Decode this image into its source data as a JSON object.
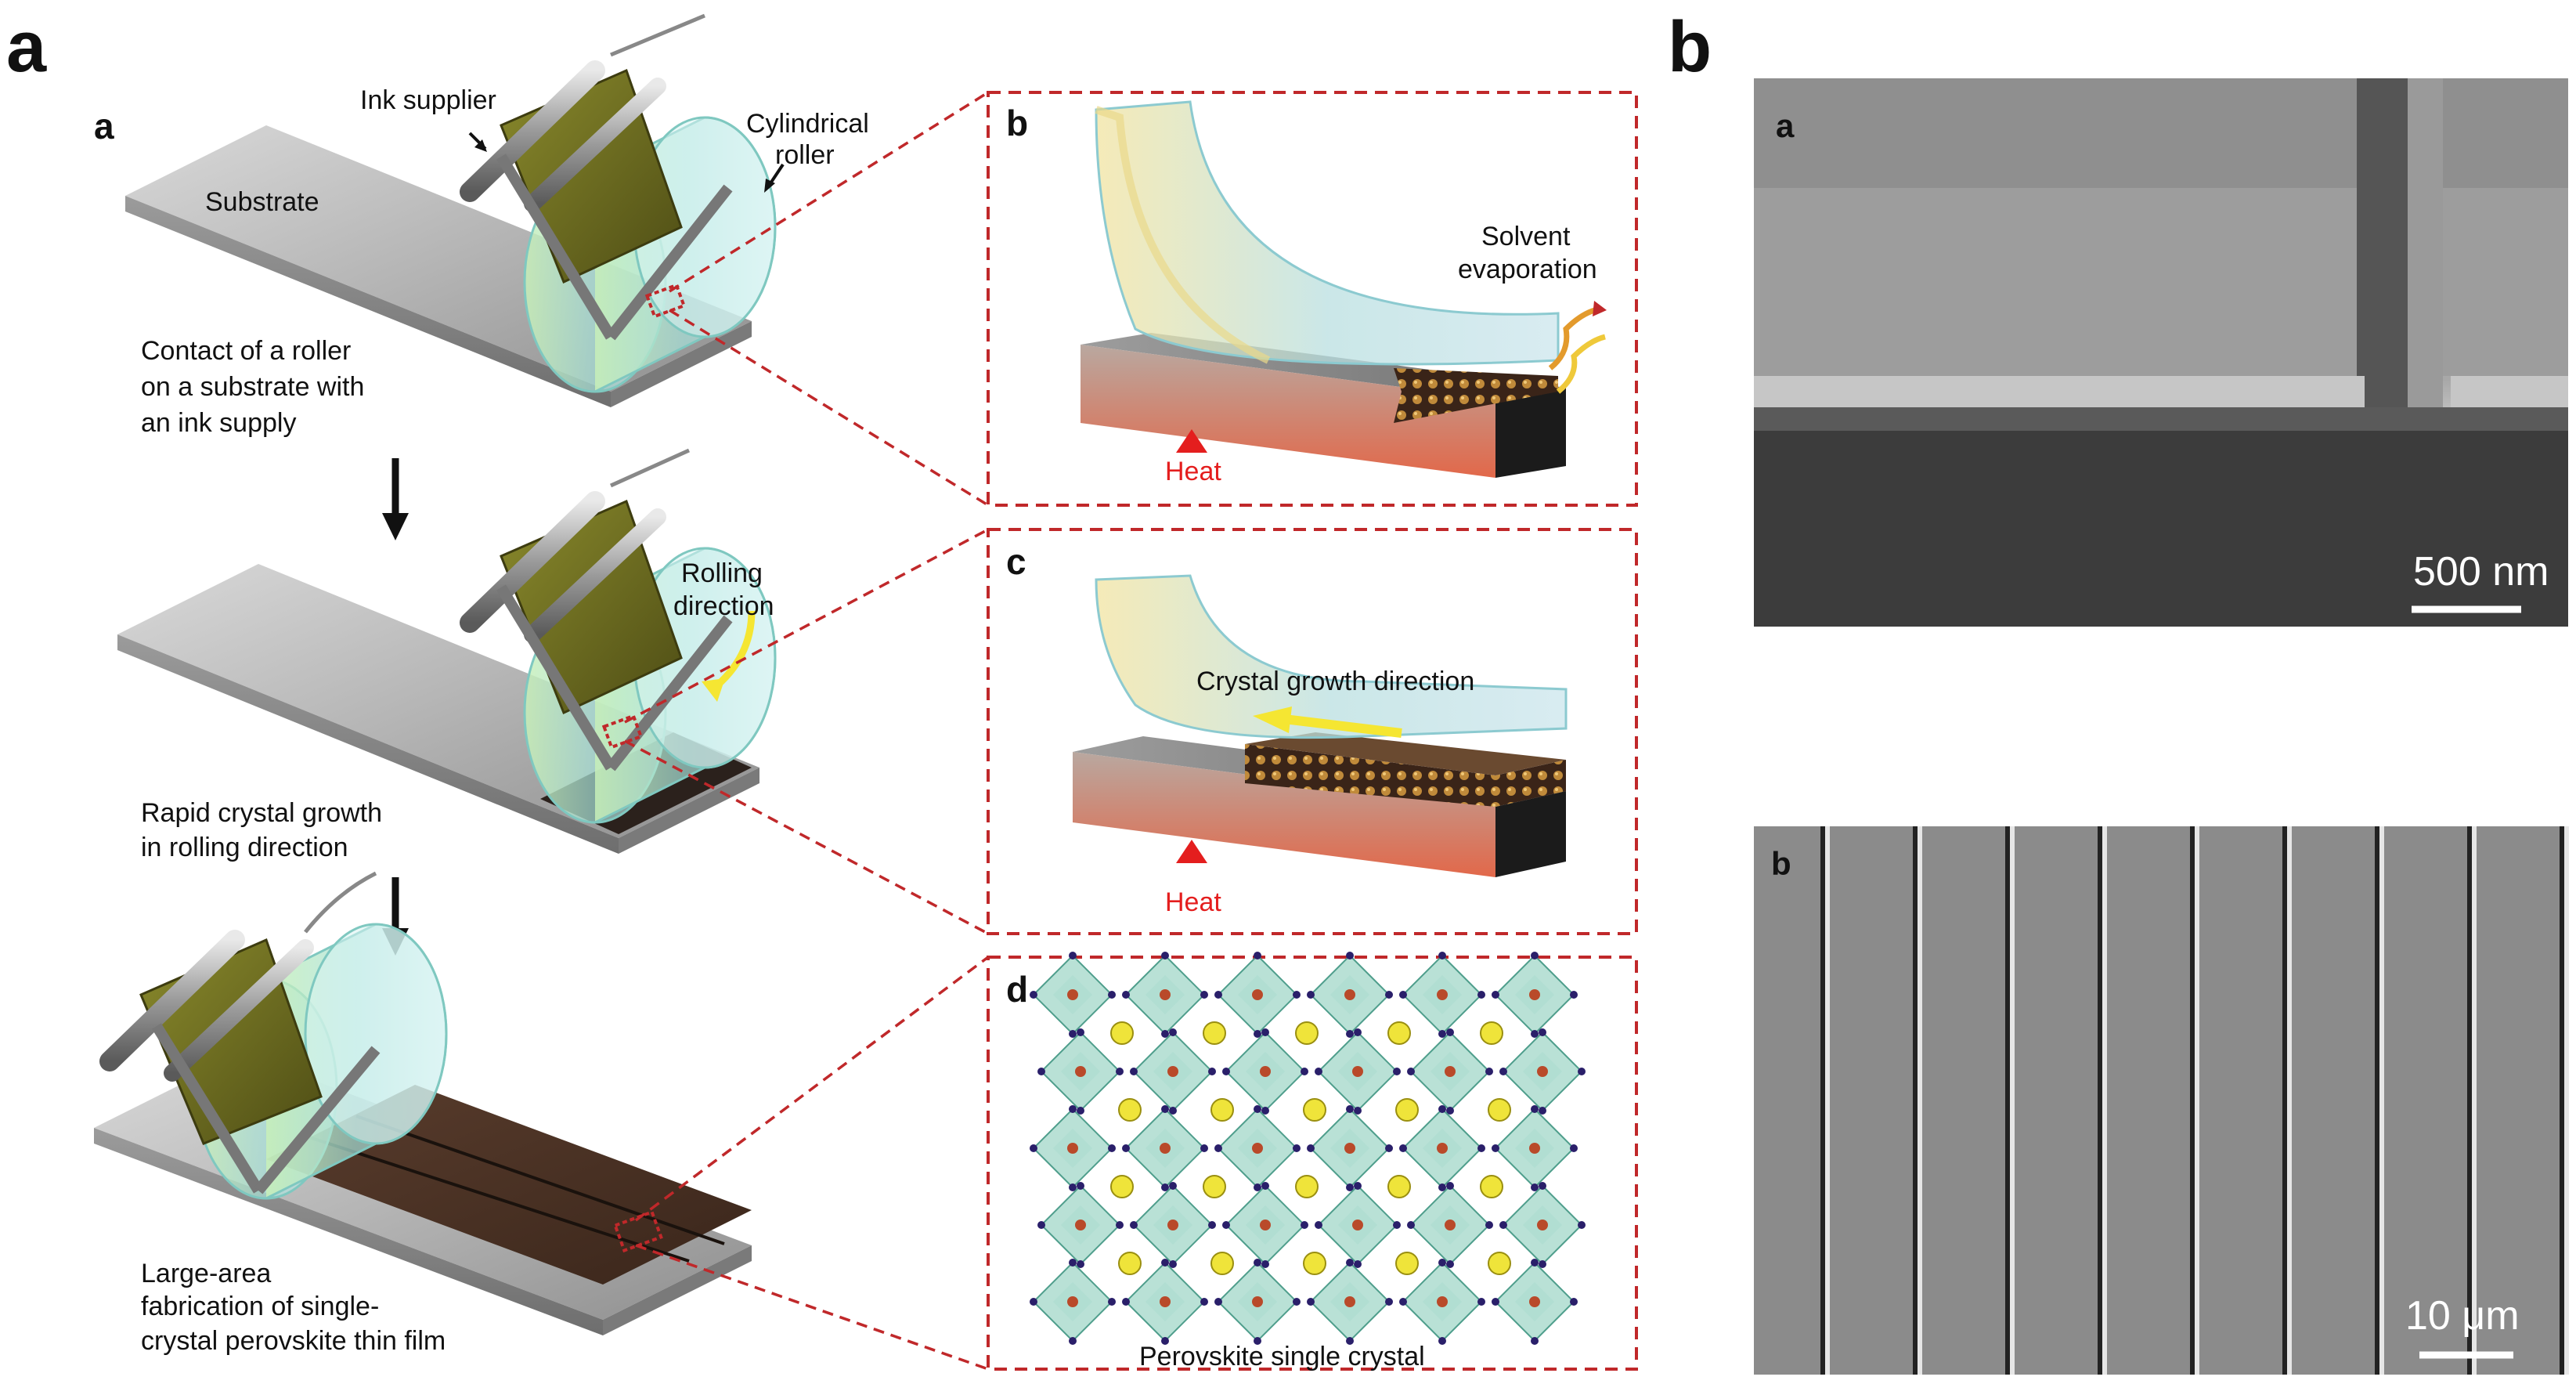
{
  "panel_letters": {
    "a_main": "a",
    "b_main": "b"
  },
  "panel_a": {
    "sub_a": "a",
    "sub_b": "b",
    "sub_c": "c",
    "sub_d": "d",
    "labels": {
      "ink_supplier": "Ink supplier",
      "cylindrical_roller_line1": "Cylindrical",
      "cylindrical_roller_line2": "roller",
      "substrate": "Substrate",
      "step1_line1": "Contact of a roller",
      "step1_line2": "on a substrate with",
      "step1_line3": "an ink supply",
      "rolling_direction_line1": "Rolling",
      "rolling_direction_line2": "direction",
      "step2_line1": "Rapid crystal growth",
      "step2_line2": "in rolling direction",
      "step3_line1": "Large-area",
      "step3_line2": "fabrication of single-",
      "step3_line3": "crystal perovskite thin film",
      "solvent_line1": "Solvent",
      "solvent_line2": "evaporation",
      "heat_b": "Heat",
      "crystal_growth_direction": "Crystal growth direction",
      "heat_c": "Heat",
      "perovskite_caption": "Perovskite single crystal"
    },
    "colors": {
      "dashed_box": "#c0282a",
      "heat": "#e41e1e",
      "roller_tint": "#9fd8d2",
      "ink": "#6b6a1d",
      "film": "#4a3226",
      "octahedra": "#7fc9b4",
      "a_site": "#efe43a",
      "arrow_yellow": "#f5e632"
    }
  },
  "panel_b": {
    "sem_a": {
      "label": "a",
      "scale_bar": "500 nm"
    },
    "sem_b": {
      "label": "b",
      "scale_bar": "10 μm"
    }
  }
}
